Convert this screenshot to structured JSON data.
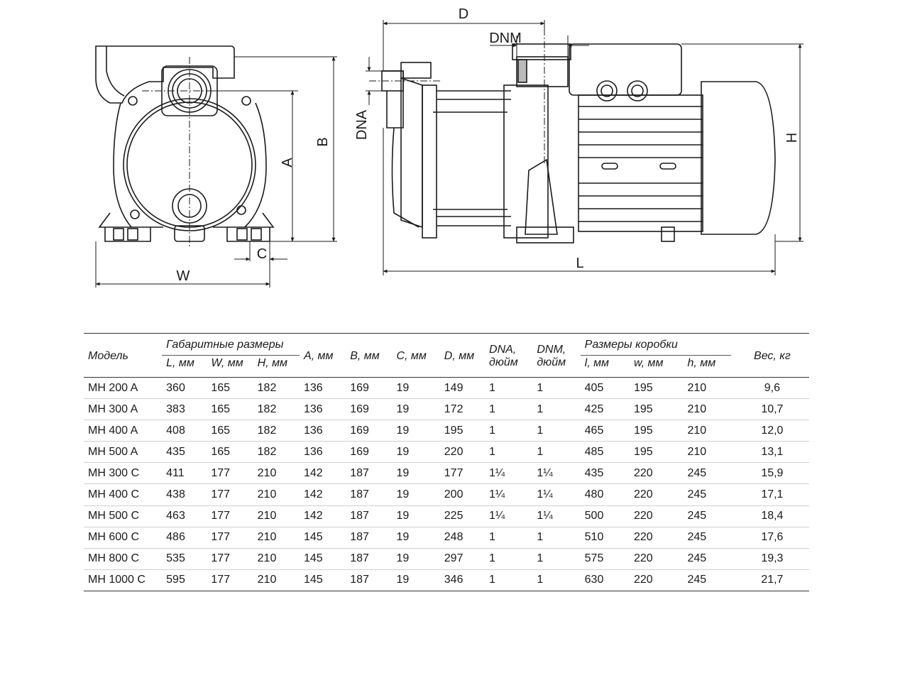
{
  "diagram_labels": {
    "w": "W",
    "a": "A",
    "b": "B",
    "c": "C",
    "d": "D",
    "dnm": "DNM",
    "dna": "DNA",
    "h": "H",
    "l": "L"
  },
  "table": {
    "headers": {
      "model": "Модель",
      "overall": "Габаритные размеры",
      "L": "L, мм",
      "W": "W, мм",
      "H": "H, мм",
      "A": "A, мм",
      "B": "B, мм",
      "C": "C, мм",
      "D": "D, мм",
      "DNA": "DNA, дюйм",
      "DNM": "DNM, дюйм",
      "box": "Размеры коробки",
      "l": "l, мм",
      "w": "w, мм",
      "h": "h, мм",
      "weight": "Вес, кг"
    },
    "rows": [
      [
        "MH 200 A",
        "360",
        "165",
        "182",
        "136",
        "169",
        "19",
        "149",
        "1",
        "1",
        "405",
        "195",
        "210",
        "9,6"
      ],
      [
        "MH 300 A",
        "383",
        "165",
        "182",
        "136",
        "169",
        "19",
        "172",
        "1",
        "1",
        "425",
        "195",
        "210",
        "10,7"
      ],
      [
        "MH 400 A",
        "408",
        "165",
        "182",
        "136",
        "169",
        "19",
        "195",
        "1",
        "1",
        "465",
        "195",
        "210",
        "12,0"
      ],
      [
        "MH 500 A",
        "435",
        "165",
        "182",
        "136",
        "169",
        "19",
        "220",
        "1",
        "1",
        "485",
        "195",
        "210",
        "13,1"
      ],
      [
        "MH 300 C",
        "411",
        "177",
        "210",
        "142",
        "187",
        "19",
        "177",
        "1¼",
        "1¼",
        "435",
        "220",
        "245",
        "15,9"
      ],
      [
        "MH 400 C",
        "438",
        "177",
        "210",
        "142",
        "187",
        "19",
        "200",
        "1¼",
        "1¼",
        "480",
        "220",
        "245",
        "17,1"
      ],
      [
        "MH 500 C",
        "463",
        "177",
        "210",
        "142",
        "187",
        "19",
        "225",
        "1¼",
        "1¼",
        "500",
        "220",
        "245",
        "18,4"
      ],
      [
        "MH 600 C",
        "486",
        "177",
        "210",
        "145",
        "187",
        "19",
        "248",
        "1",
        "1",
        "510",
        "220",
        "245",
        "17,6"
      ],
      [
        "MH 800 C",
        "535",
        "177",
        "210",
        "145",
        "187",
        "19",
        "297",
        "1",
        "1",
        "575",
        "220",
        "245",
        "19,3"
      ],
      [
        "MH 1000 C",
        "595",
        "177",
        "210",
        "145",
        "187",
        "19",
        "346",
        "1",
        "1",
        "630",
        "220",
        "245",
        "21,7"
      ]
    ]
  }
}
